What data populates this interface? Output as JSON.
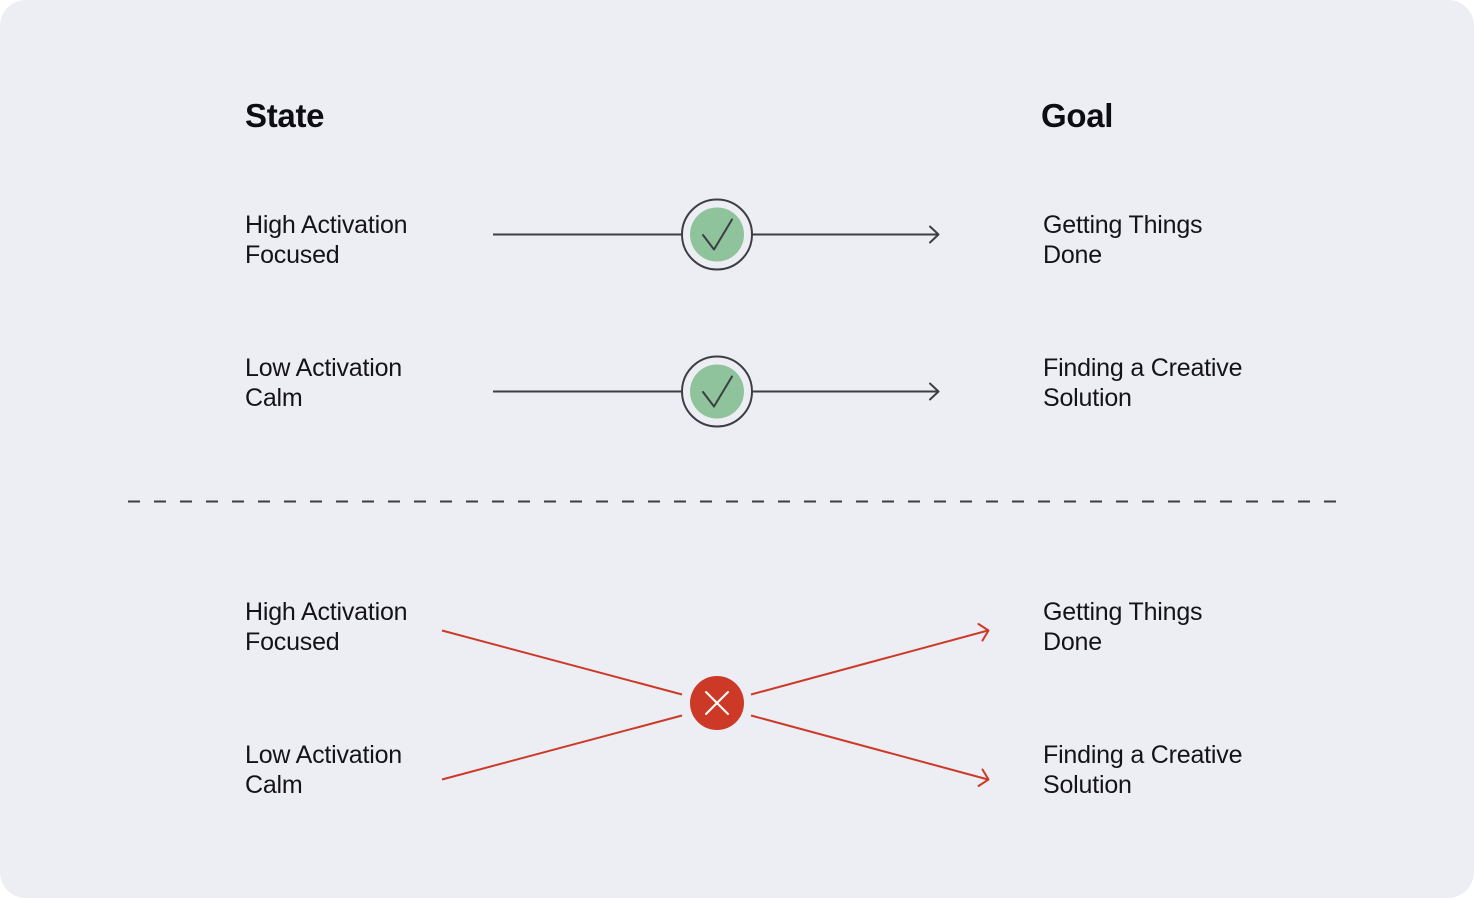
{
  "headers": {
    "state": "State",
    "goal": "Goal"
  },
  "top_section": {
    "rows": [
      {
        "state_line1": "High Activation",
        "state_line2": "Focused",
        "goal_line1": "Getting Things",
        "goal_line2": "Done",
        "match": "check-icon"
      },
      {
        "state_line1": "Low Activation",
        "state_line2": "Calm",
        "goal_line1": "Finding a Creative",
        "goal_line2": "Solution",
        "match": "check-icon"
      }
    ]
  },
  "bottom_section": {
    "states": [
      {
        "line1": "High Activation",
        "line2": "Focused"
      },
      {
        "line1": "Low Activation",
        "line2": "Calm"
      }
    ],
    "goals": [
      {
        "line1": "Getting Things",
        "line2": "Done"
      },
      {
        "line1": "Finding a Creative",
        "line2": "Solution"
      }
    ],
    "mismatch": "cross-icon"
  },
  "colors": {
    "background": "#ededf4",
    "line": "#3d3d44",
    "check_fill": "#8ec39b",
    "check_ring": "#3d3d44",
    "mismatch": "#cc3a27"
  }
}
